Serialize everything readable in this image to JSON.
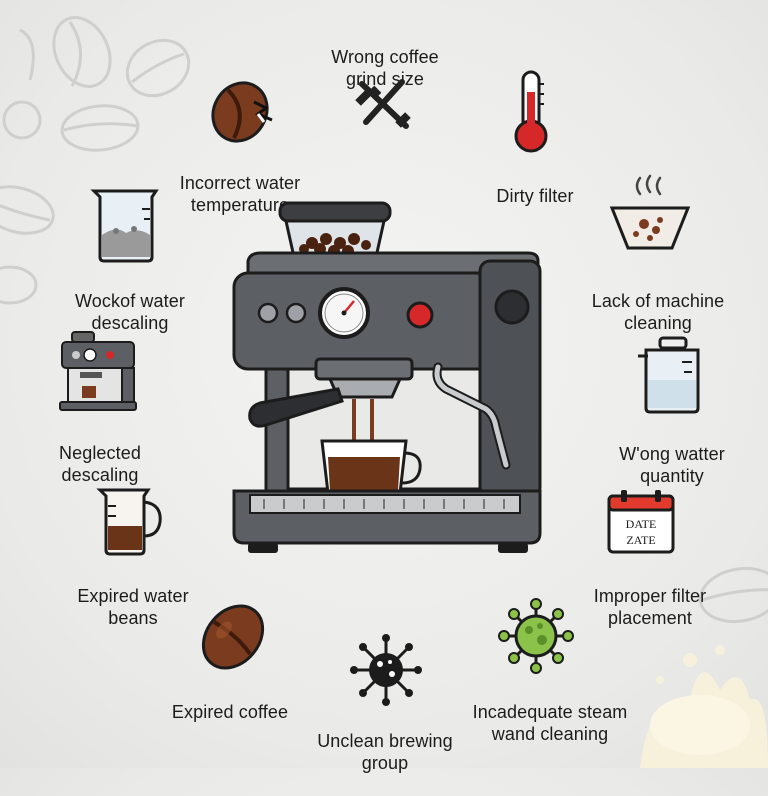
{
  "labels": {
    "grind": [
      "Wrong coffee",
      "grind size"
    ],
    "water_temp": [
      "Incorrect water",
      "temperature"
    ],
    "dirty_filter": [
      "Dirty filter"
    ],
    "water_descaling": [
      "Wockof water",
      "descaling"
    ],
    "machine_cleaning": [
      "Lack of machine",
      "cleaning"
    ],
    "neglected_descaling": [
      "Neglected",
      "descaling"
    ],
    "water_quantity": [
      "W'ong watter",
      "quantity"
    ],
    "expired_beans": [
      "Expired water",
      "beans"
    ],
    "filter_placement": [
      "Improper filter",
      "placement"
    ],
    "expired_coffee": [
      "Expired coffee"
    ],
    "brewing_group": [
      "Unclean brewing",
      "group"
    ],
    "steam_wand": [
      "Incadequate steam",
      "wand cleaning"
    ]
  },
  "calendar_text": [
    "DATE",
    "ZATE"
  ],
  "icons": {
    "grind": "wrench-cross-icon",
    "water_temp": "broken-coffee-bean-icon",
    "dirty_filter": "thermometer-icon",
    "water_descaling": "beaker-with-scale-icon",
    "machine_cleaning": "dirty-filter-basket-icon",
    "neglected_descaling": "small-espresso-machine-icon",
    "water_quantity": "water-tank-icon",
    "expired_beans": "measuring-cup-icon",
    "filter_placement": "calendar-icon",
    "expired_coffee": "coffee-bean-icon",
    "brewing_group": "germ-icon",
    "steam_wand": "green-bacteria-icon"
  },
  "colors": {
    "machine_body": "#5c5f63",
    "coffee_brown": "#7a3b1e",
    "thermo_red": "#d62828",
    "germ_green": "#8bc34a",
    "calendar_red": "#e23b2e"
  }
}
